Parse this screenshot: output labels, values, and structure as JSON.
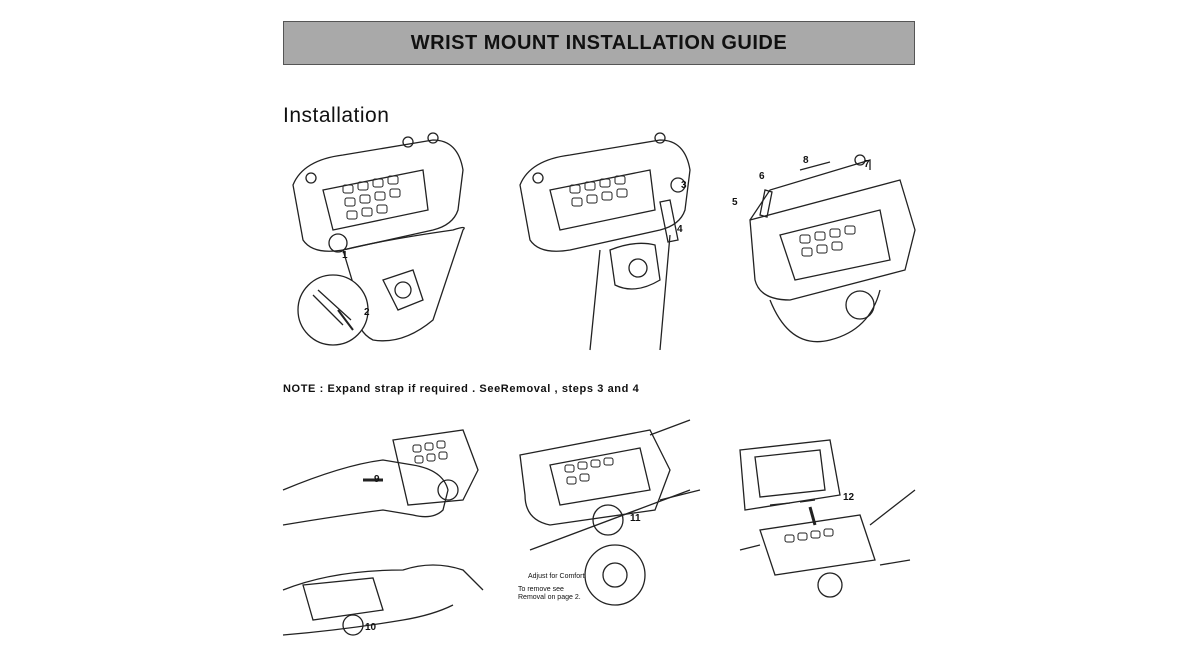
{
  "header": {
    "title": "WRIST MOUNT INSTALLATION GUIDE"
  },
  "section": {
    "title": "Installation"
  },
  "note": {
    "text": "NOTE : Expand strap if required . SeeRemoval , steps 3 and 4"
  },
  "steps": {
    "s1": "1",
    "s2": "2",
    "s3": "3",
    "s4": "4",
    "s5": "5",
    "s6": "6",
    "s7": "7",
    "s8": "8",
    "s9": "9",
    "s10": "10",
    "s11": "11",
    "s12": "12"
  },
  "callouts": {
    "adjust": "Adjust for Comfort",
    "remove_line1": "To remove see",
    "remove_line2": "Removal on page 2."
  }
}
